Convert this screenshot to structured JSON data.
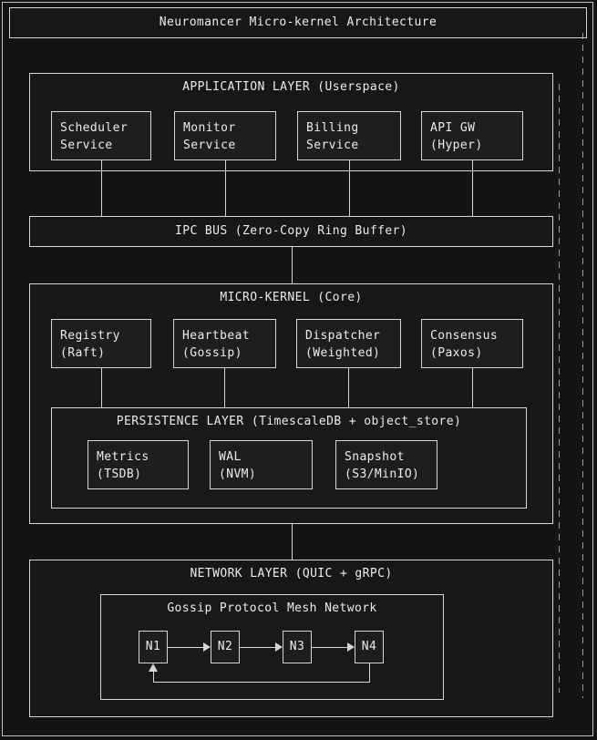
{
  "title": "Neuromancer Micro-kernel Architecture",
  "layers": {
    "application": {
      "label": "APPLICATION LAYER (Userspace)",
      "services": [
        {
          "line1": "Scheduler",
          "line2": "Service"
        },
        {
          "line1": "Monitor",
          "line2": "Service"
        },
        {
          "line1": "Billing",
          "line2": "Service"
        },
        {
          "line1": "API GW",
          "line2": "(Hyper)"
        }
      ]
    },
    "ipc_bus": {
      "label": "IPC BUS (Zero-Copy Ring Buffer)"
    },
    "micro_kernel": {
      "label": "MICRO-KERNEL (Core)",
      "components": [
        {
          "line1": "Registry",
          "line2": "(Raft)"
        },
        {
          "line1": "Heartbeat",
          "line2": "(Gossip)"
        },
        {
          "line1": "Dispatcher",
          "line2": "(Weighted)"
        },
        {
          "line1": "Consensus",
          "line2": "(Paxos)"
        }
      ],
      "persistence": {
        "label": "PERSISTENCE LAYER (TimescaleDB + object_store)",
        "stores": [
          {
            "line1": "Metrics",
            "line2": "(TSDB)"
          },
          {
            "line1": "WAL",
            "line2": "(NVM)"
          },
          {
            "line1": "Snapshot",
            "line2": "(S3/MinIO)"
          }
        ]
      }
    },
    "network": {
      "label": "NETWORK LAYER (QUIC + gRPC)",
      "mesh": {
        "label": "Gossip Protocol Mesh Network",
        "nodes": [
          "N1",
          "N2",
          "N3",
          "N4"
        ]
      }
    }
  },
  "colors": {
    "background": "#141414",
    "line": "#d6d6d6",
    "text": "#ececec",
    "dashed": "#9c9c9c"
  }
}
